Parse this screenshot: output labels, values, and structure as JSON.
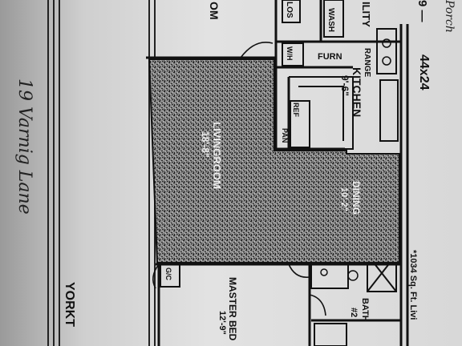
{
  "plan": {
    "top_fragments": {
      "room_end": "OM",
      "clos": "LOS",
      "wash": "WASH",
      "utility": "ILITY",
      "porch": "Porch"
    },
    "header": {
      "dims_prefix": "9 —",
      "dims": "44x24"
    },
    "rooms": {
      "w_h": "W/H",
      "furn": "FURN",
      "range": "RANGE",
      "kitchen_name": "KITCHEN",
      "kitchen_size": "9'-6\"",
      "ref": "REF",
      "pan": "PAN",
      "living_name": "LIVINGROOM",
      "living_size": "18'-8\"",
      "dining_name": "DINING",
      "dining_size": "10'-2\"",
      "gc": "G/C",
      "master_name": "MASTER BED",
      "master_size": "12'-9\"",
      "bath_name": "BATH",
      "bath_num": "#2"
    },
    "side_text": {
      "area": "*1034 Sq. Ft. Livi",
      "street": "YORKT",
      "handwriting": "19 Varnig Lane"
    }
  }
}
